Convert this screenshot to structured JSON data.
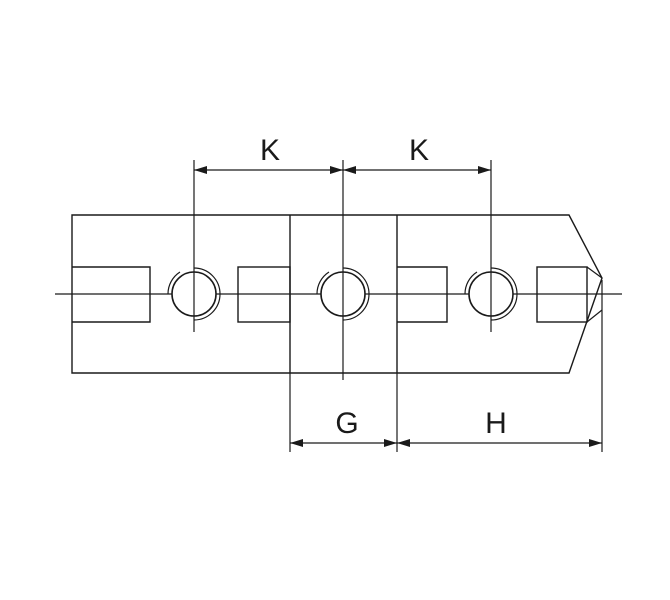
{
  "diagram": {
    "labels": {
      "k_left": "K",
      "k_right": "K",
      "g": "G",
      "h": "H"
    },
    "colors": {
      "line": "#1a1a1a",
      "background": "#ffffff"
    }
  }
}
